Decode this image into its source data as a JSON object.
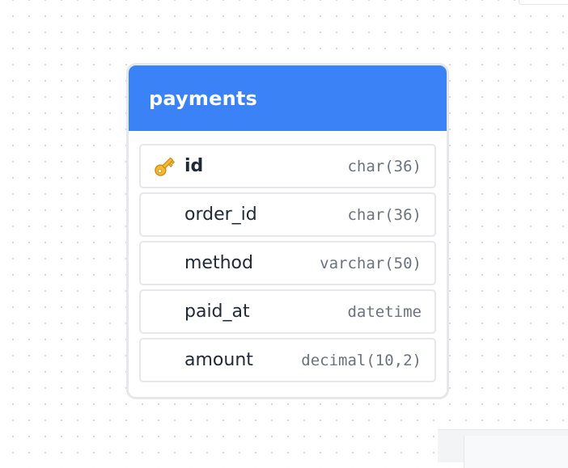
{
  "table": {
    "title": "payments",
    "header_color": "#3b82f6",
    "columns": [
      {
        "name": "id",
        "type": "char(36)",
        "primary_key": true,
        "icon": "key-icon"
      },
      {
        "name": "order_id",
        "type": "char(36)",
        "primary_key": false
      },
      {
        "name": "method",
        "type": "varchar(50)",
        "primary_key": false
      },
      {
        "name": "paid_at",
        "type": "datetime",
        "primary_key": false
      },
      {
        "name": "amount",
        "type": "decimal(10,2)",
        "primary_key": false
      }
    ]
  }
}
